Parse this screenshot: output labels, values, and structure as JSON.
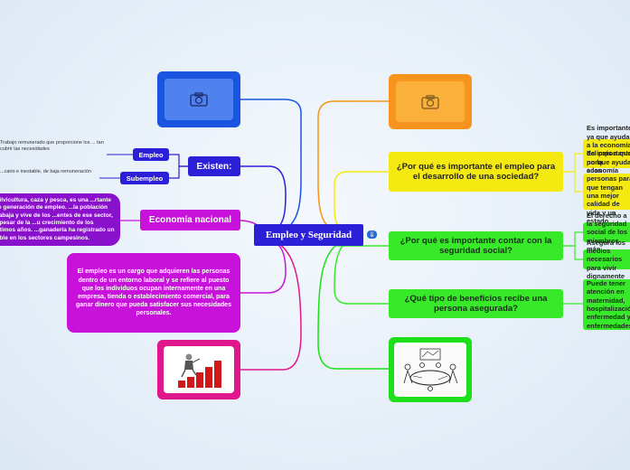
{
  "central": {
    "title": "Empleo y Seguridad",
    "collapse_icon": "collapse-icon"
  },
  "right": {
    "top_image": {
      "icon": "camera-icon",
      "color": "#f7941d"
    },
    "q1": {
      "label": "¿Por qué es importante el empleo para el desarrollo de una sociedad?",
      "details": [
        "Es importante ya que ayuda a la economía del país a que no la economía caiga",
        "Es importante porque ayuda a las personas para que tengan una mejor calidad de vida y un estado económico"
      ]
    },
    "q2": {
      "label": "¿Por qué es importante contar con la seguridad social?",
      "details": [
        "El derecho a la seguridad social de los miembros más",
        "Asegura los medios necesarios para vivir dignamente"
      ]
    },
    "q3": {
      "label": "¿Qué tipo de beneficios recibe una persona asegurada?",
      "details": [
        "Puede tener atención en maternidad, hospitalización, enfermedad y enfermedades"
      ]
    },
    "bottom_image": {
      "icon": "office-drawing-icon",
      "color": "#1ee01a"
    }
  },
  "left": {
    "top_image": {
      "icon": "camera-icon",
      "color": "#1a55e0"
    },
    "existen": {
      "label": "Existen:",
      "children": [
        {
          "label": "Empleo",
          "note": "Trabajo remunerado que proporcione los ... tan cubrir las necesidades"
        },
        {
          "label": "Subempleo",
          "note": "...cario e inestable, de baja remuneración"
        }
      ]
    },
    "economia": {
      "label": "Economía nacional",
      "detail": "...ilvicultura, caza y pesca, es una ...rtante de generación de empleo. ...la población trabaja y vive de los ...entes de ese sector, a pesar de la ...u crecimiento de los últimos años. ...ganadería ha registrado un ...ble en los sectores campesinos."
    },
    "definition": "El empleo es un cargo que adquieren las personas dentro de un entorno laboral y se refiere al puesto que los individuos ocupan internamente en una empresa, tienda o establecimiento comercial, para ganar dinero que pueda satisfacer sus necesidades personales.",
    "bottom_image": {
      "icon": "growth-chart-icon",
      "color": "#e0178c"
    }
  }
}
